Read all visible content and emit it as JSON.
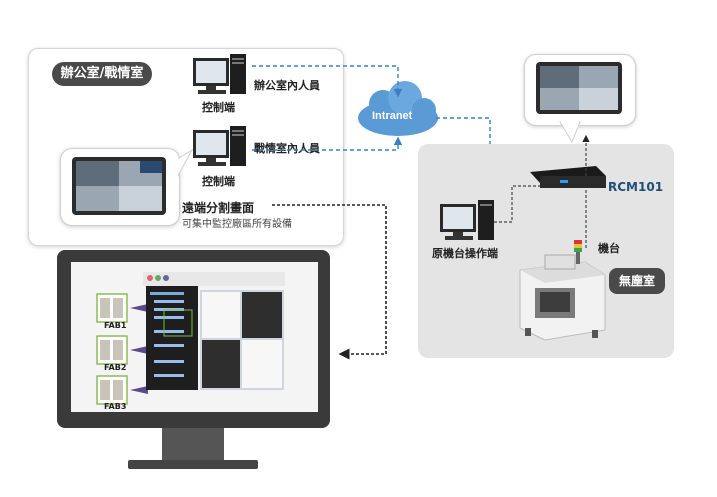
{
  "office": {
    "title": "辦公室/戰情室",
    "controller_label": "控制端",
    "office_staff": "辦公室內人員",
    "warroom_staff": "戰情室內人員",
    "split_title": "遠端分割畫面",
    "split_subtitle": "可集中監控廠區所有設備"
  },
  "network": {
    "intranet": "Intranet"
  },
  "factory": {
    "device_model": "RCM101",
    "operator_label": "原機台操作端",
    "machine_label": "機台",
    "cleanroom_label": "無塵室"
  },
  "monitor": {
    "fabs": [
      "FAB1",
      "FAB2",
      "FAB3"
    ]
  },
  "colors": {
    "dashed_link": "#3a7fc1",
    "dotted_link": "#222222",
    "badge_bg": "#4a4a4a",
    "rcm_text": "#1f4e79",
    "panel_gray": "#e4e4e4"
  }
}
